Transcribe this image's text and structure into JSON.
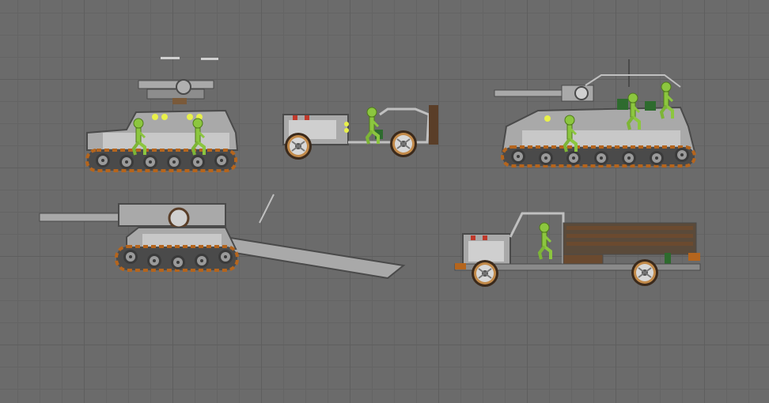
{
  "scene": {
    "background_color": "#6b6b6b",
    "grid_color": "#5e5e5e"
  },
  "palette": {
    "metal": "#a9a9a9",
    "metal_dark": "#4a4a4a",
    "metal_light": "#d0d0d0",
    "track_rust": "#b5651d",
    "wood": "#6b4a2f",
    "melon_green": "#8cc63f",
    "melon_dark": "#4f7a1a",
    "lamp_yellow": "#e8f04a",
    "red_light": "#c0392b"
  },
  "vehicles": [
    {
      "id": "halftrack-aa-two-crew",
      "type": "tracked-vehicle",
      "crew": 2
    },
    {
      "id": "small-tractor",
      "type": "wheeled-vehicle",
      "crew": 1
    },
    {
      "id": "tank-destroyer-three-crew",
      "type": "tracked-vehicle",
      "crew": 3
    },
    {
      "id": "self-propelled-gun",
      "type": "tracked-vehicle",
      "crew": 0
    },
    {
      "id": "cargo-truck",
      "type": "wheeled-vehicle",
      "crew": 1
    }
  ]
}
